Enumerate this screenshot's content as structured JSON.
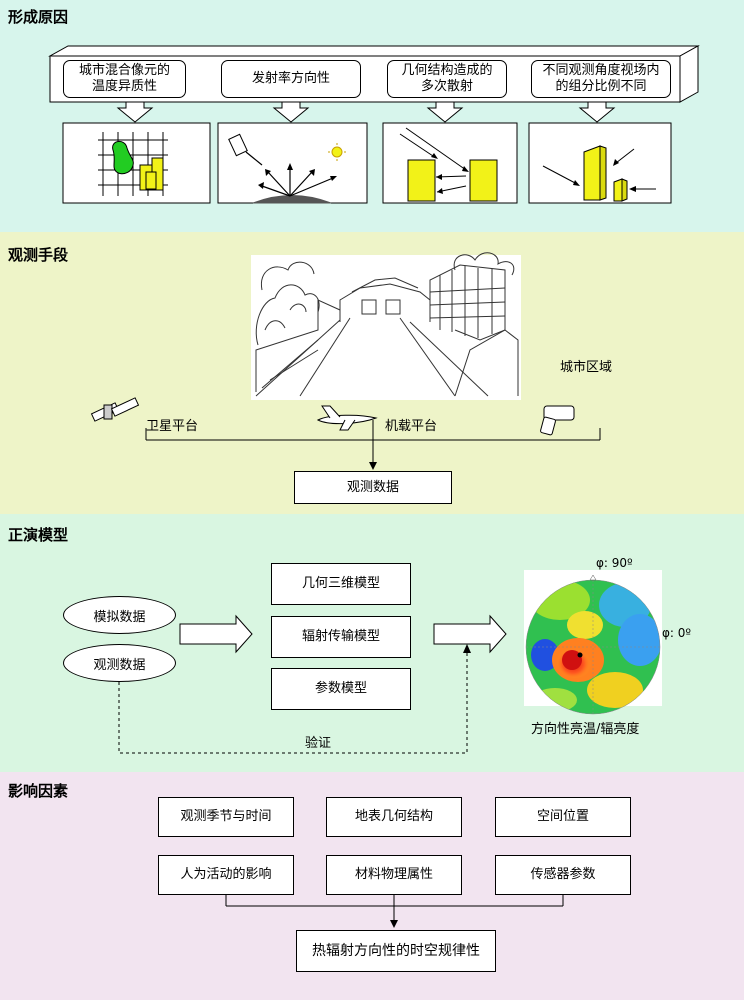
{
  "sections": {
    "formation": {
      "title": "形成原因",
      "causes": [
        "城市混合像元的\n温度异质性",
        "发射率方向性",
        "几何结构造成的\n多次散射",
        "不同观测角度视场内\n的组分比例不同"
      ]
    },
    "observation": {
      "title": "观测手段",
      "urban_area": "城市区域",
      "satellite": "卫星平台",
      "airborne": "机载平台",
      "data": "观测数据"
    },
    "forward": {
      "title": "正演模型",
      "inputs": [
        "模拟数据",
        "观测数据"
      ],
      "models": [
        "几何三维模型",
        "辐射传输模型",
        "参数模型"
      ],
      "verify": "验证",
      "phi90": "φ: 90º",
      "phi0": "φ: 0º",
      "output": "方向性亮温/辐亮度"
    },
    "factors": {
      "title": "影响因素",
      "items": [
        "观测季节与时间",
        "地表几何结构",
        "空间位置",
        "人为活动的影响",
        "材料物理属性",
        "传感器参数"
      ],
      "result": "热辐射方向性的时空规律性"
    }
  },
  "colors": {
    "band1": "#d7f5ec",
    "band2": "#eef4c8",
    "band3": "#d9f6e1",
    "band4": "#f2e4f0",
    "yellow": "#f2f218",
    "green": "#22cc22"
  }
}
